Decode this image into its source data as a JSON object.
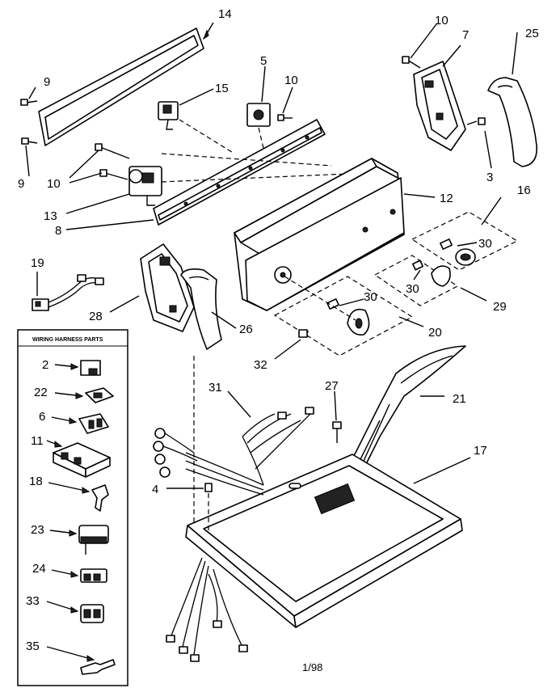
{
  "callouts": {
    "c14": "14",
    "c9a": "9",
    "c9b": "9",
    "c15": "15",
    "c5": "5",
    "c10a": "10",
    "c10b": "10",
    "c7": "7",
    "c25": "25",
    "c10c": "10",
    "c13": "13",
    "c8": "8",
    "c12": "12",
    "c3": "3",
    "c16": "16",
    "c30a": "30",
    "c30b": "30",
    "c30c": "30",
    "c19": "19",
    "c28": "28",
    "c26": "26",
    "c29": "29",
    "c20": "20",
    "c32": "32",
    "c31": "31",
    "c27": "27",
    "c21": "21",
    "c17": "17",
    "c4": "4"
  },
  "legend": {
    "title": "WIRING HARNESS PARTS",
    "items": [
      "2",
      "22",
      "6",
      "11",
      "18",
      "23",
      "24",
      "33",
      "35"
    ]
  },
  "footer": {
    "date": "1/98"
  }
}
